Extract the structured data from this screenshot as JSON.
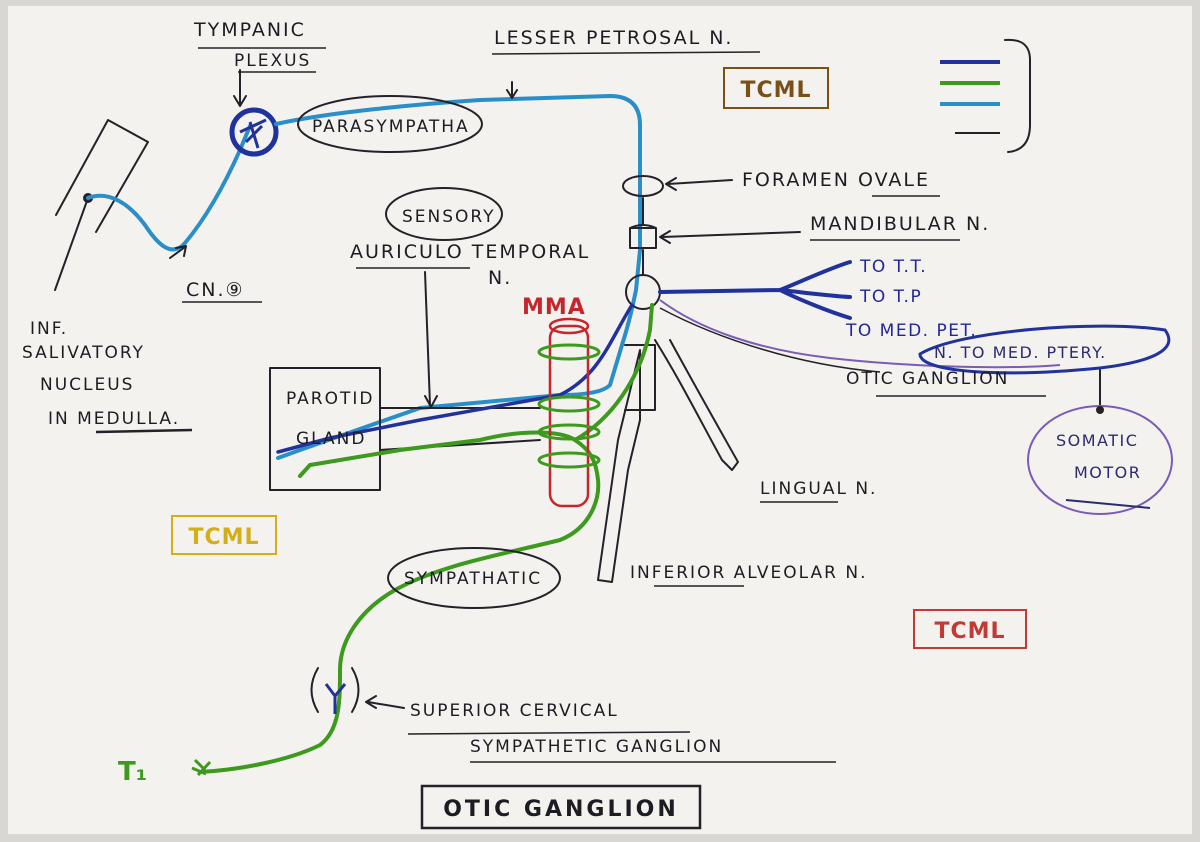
{
  "title": "OTIC GANGLION",
  "labels": {
    "tympanic": "TYMPANIC",
    "plexus": "PLEXUS",
    "lesser_petrosal": "LESSER PETROSAL N.",
    "parasympatha": "PARASYMPATHA",
    "foramen_ovale": "FORAMEN OVALE",
    "mandibular": "MANDIBULAR N.",
    "sensory": "SENSORY",
    "auriculo_temporal_1": "AURICULO TEMPORAL",
    "auriculo_temporal_2": "N.",
    "cn9": "CN.⑨",
    "mma": "MMA",
    "inf_salivatory_1": "INF.",
    "inf_salivatory_2": "SALIVATORY",
    "inf_salivatory_3": "NUCLEUS",
    "inf_salivatory_4": "IN MEDULLA.",
    "parotid_1": "PAROTID",
    "parotid_2": "GLAND",
    "to_tt": "TO T.T.",
    "to_tp": "TO T.P",
    "to_med_pet": "TO MED. PET.",
    "n_to_med_ptery": "N. TO MED. PTERY.",
    "otic_ganglion_side": "OTIC GANGLION",
    "somatic": "SOMATIC",
    "motor": "MOTOR",
    "lingual": "LINGUAL N.",
    "inferior_alveolar": "INFERIOR ALVEOLAR N.",
    "sympathatic": "SYMPATHATIC",
    "superior_cervical": "SUPERIOR CERVICAL",
    "sympathetic_ganglion": "SYMPATHETIC GANGLION",
    "t1": "T₁"
  },
  "watermarks": {
    "tcml_top": "TCML",
    "tcml_left": "TCML",
    "tcml_right": "TCML"
  },
  "colors": {
    "paper": "#f3f2ef",
    "ink": "#222228",
    "green": "#3e9a1e",
    "blue": "#2a8fc8",
    "navy": "#21329c",
    "red": "#c6262b",
    "purple": "#7a5cb8",
    "tcml_brown": "#7a5018",
    "tcml_yellow": "#d2ae18",
    "tcml_red": "#c23a36"
  }
}
